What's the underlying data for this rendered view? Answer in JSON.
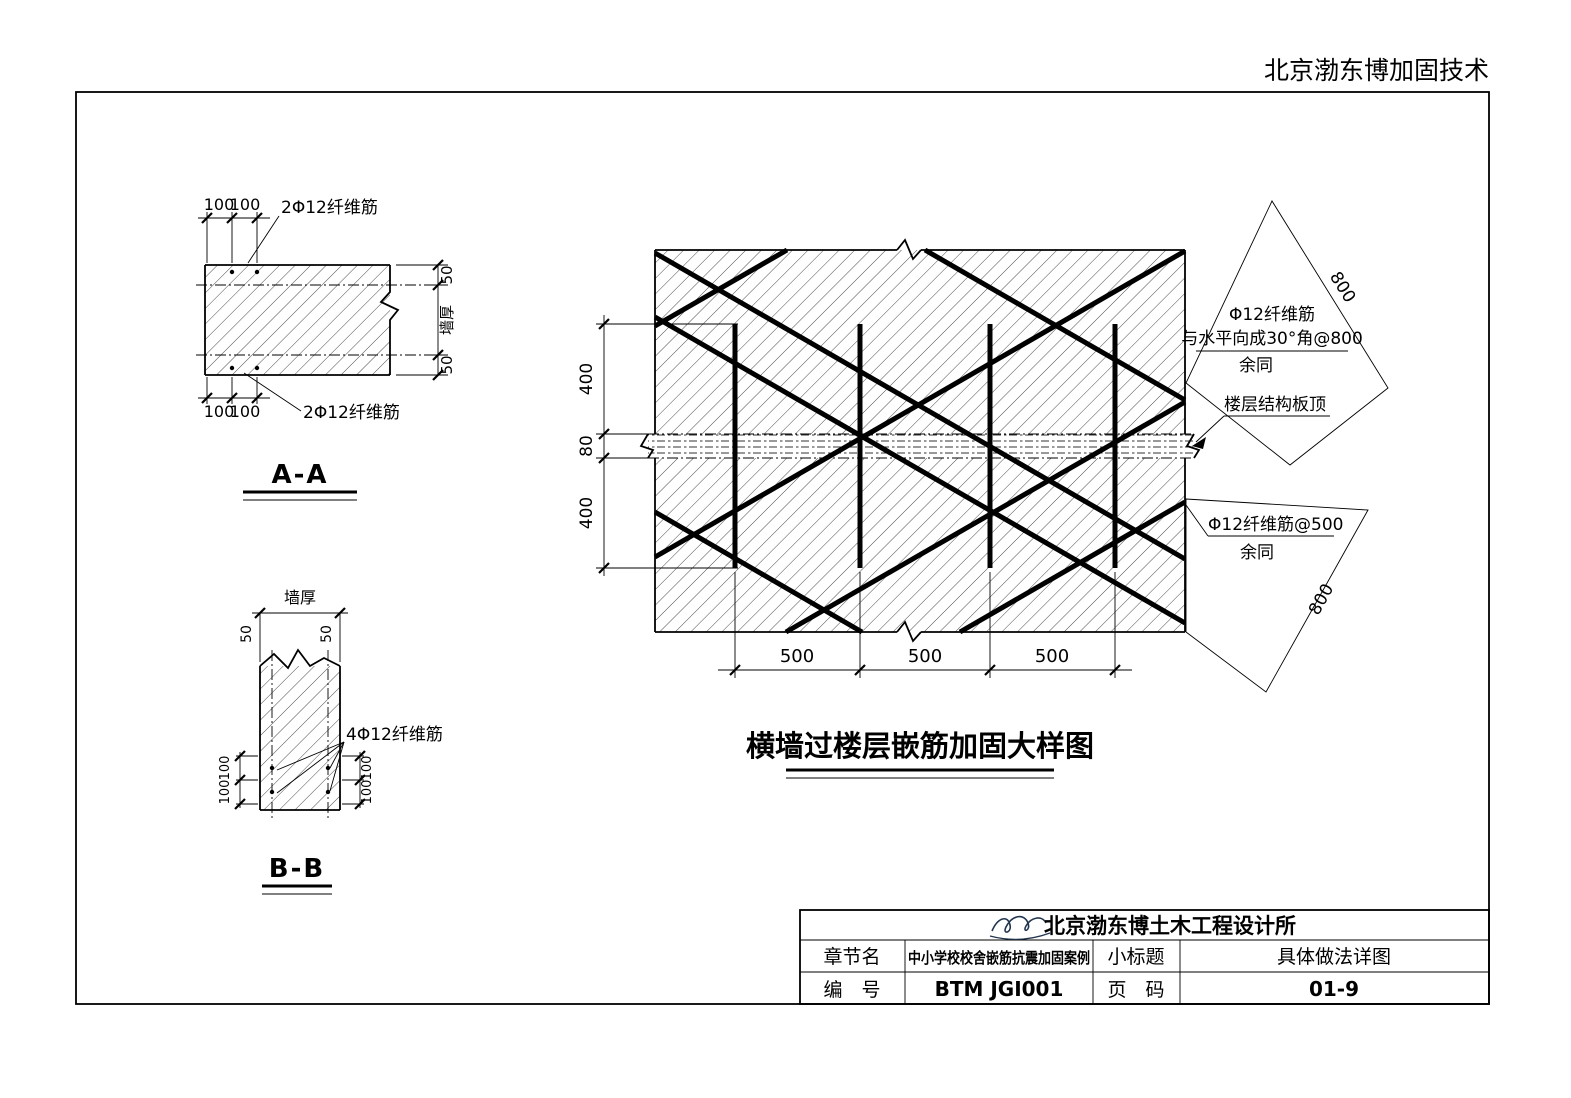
{
  "header": {
    "watermark": "北京渤东博加固技术"
  },
  "section_aa": {
    "title": "A-A",
    "top_dims": [
      "100",
      "100"
    ],
    "bottom_dims": [
      "100",
      "100"
    ],
    "top_label": "2Φ12纤维筋",
    "bottom_label": "2Φ12纤维筋",
    "right_dims": [
      "50",
      "墙厚",
      "50"
    ]
  },
  "section_bb": {
    "title": "B-B",
    "top_label": "墙厚",
    "top_dims": [
      "50",
      "50"
    ],
    "left_dims": [
      "100",
      "100"
    ],
    "right_dims": [
      "100",
      "100"
    ],
    "bar_label": "4Φ12纤维筋"
  },
  "detail": {
    "title": "横墙过楼层嵌筋加固大样图",
    "left_dims": [
      "400",
      "80",
      "400"
    ],
    "bottom_dims": [
      "500",
      "500",
      "500"
    ],
    "diag_dims": [
      "800",
      "800"
    ],
    "note_top": [
      "Φ12纤维筋",
      "与水平向成30°角@800",
      "余同"
    ],
    "note_slab": "楼层结构板顶",
    "note_bottom": [
      "Φ12纤维筋@500",
      "余同"
    ]
  },
  "title_block": {
    "company": "北京渤东博土木工程设计所",
    "row_chapter": {
      "label": "章节名",
      "value": "中小学校校舍嵌筋抗震加固案例",
      "label2": "小标题",
      "value2": "具体做法详图"
    },
    "row_number": {
      "label": "编　号",
      "value": "BTM JGI001",
      "label2": "页　码",
      "value2": "01-9"
    }
  }
}
